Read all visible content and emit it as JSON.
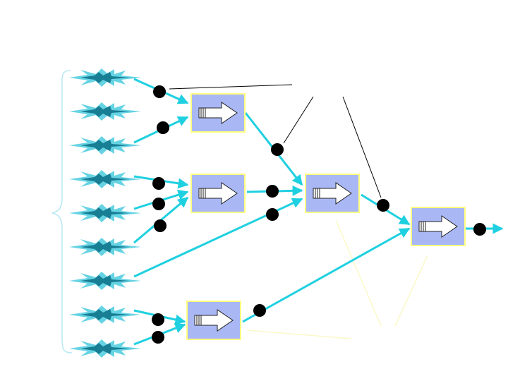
{
  "diagram": {
    "background": "#ffffff",
    "colors": {
      "flow_arrow": "#1fd0e0",
      "process_fill": "#a9b8f4",
      "process_border": "#ffff80",
      "token": "#000000",
      "burst": "#33c4da",
      "burst_core": "#0a6f86",
      "thin_line": "#000000",
      "faint_line": "#fbf8c8",
      "brace": "#b8e8f4"
    },
    "icons": {
      "process": "right-arrow-icon",
      "source": "burst-icon",
      "token": "filled-circle"
    },
    "source_count": 9,
    "process_count": 5,
    "token_count": 13
  }
}
